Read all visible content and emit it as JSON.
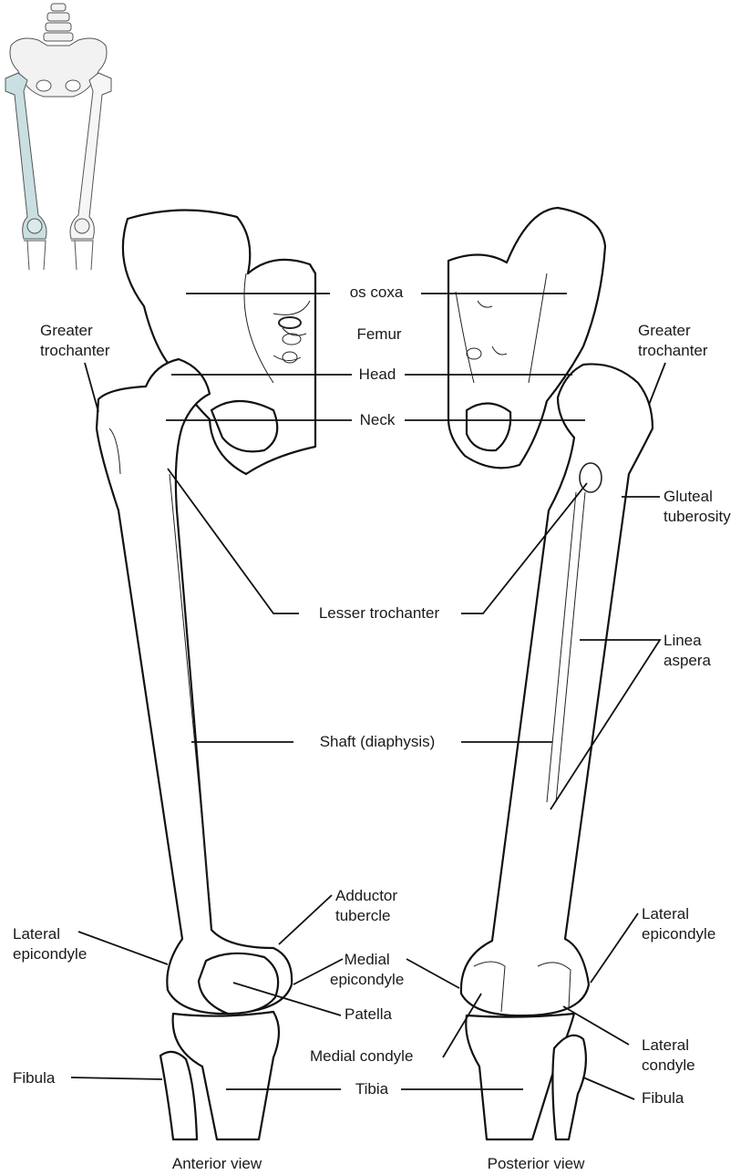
{
  "labels": {
    "os_coxa": "os coxa",
    "femur": "Femur",
    "head": "Head",
    "neck": "Neck",
    "greater_trochanter_left": "Greater\ntrochanter",
    "greater_trochanter_right": "Greater\ntrochanter",
    "gluteal_tuberosity": "Gluteal\ntuberosity",
    "lesser_trochanter": "Lesser trochanter",
    "linea_aspera": "Linea\naspera",
    "shaft": "Shaft (diaphysis)",
    "adductor_tubercle": "Adductor\ntubercle",
    "lateral_epicondyle_left": "Lateral\nepicondyle",
    "lateral_epicondyle_right": "Lateral\nepicondyle",
    "medial_epicondyle": "Medial\nepicondyle",
    "patella": "Patella",
    "medial_condyle": "Medial condyle",
    "lateral_condyle": "Lateral\ncondyle",
    "fibula_left": "Fibula",
    "fibula_right": "Fibula",
    "tibia": "Tibia"
  },
  "views": {
    "anterior": "Anterior view",
    "posterior": "Posterior view"
  },
  "colors": {
    "highlight": "#c9dfe1",
    "line": "#111111",
    "thumbnail_fill": "#f2f2f2"
  }
}
